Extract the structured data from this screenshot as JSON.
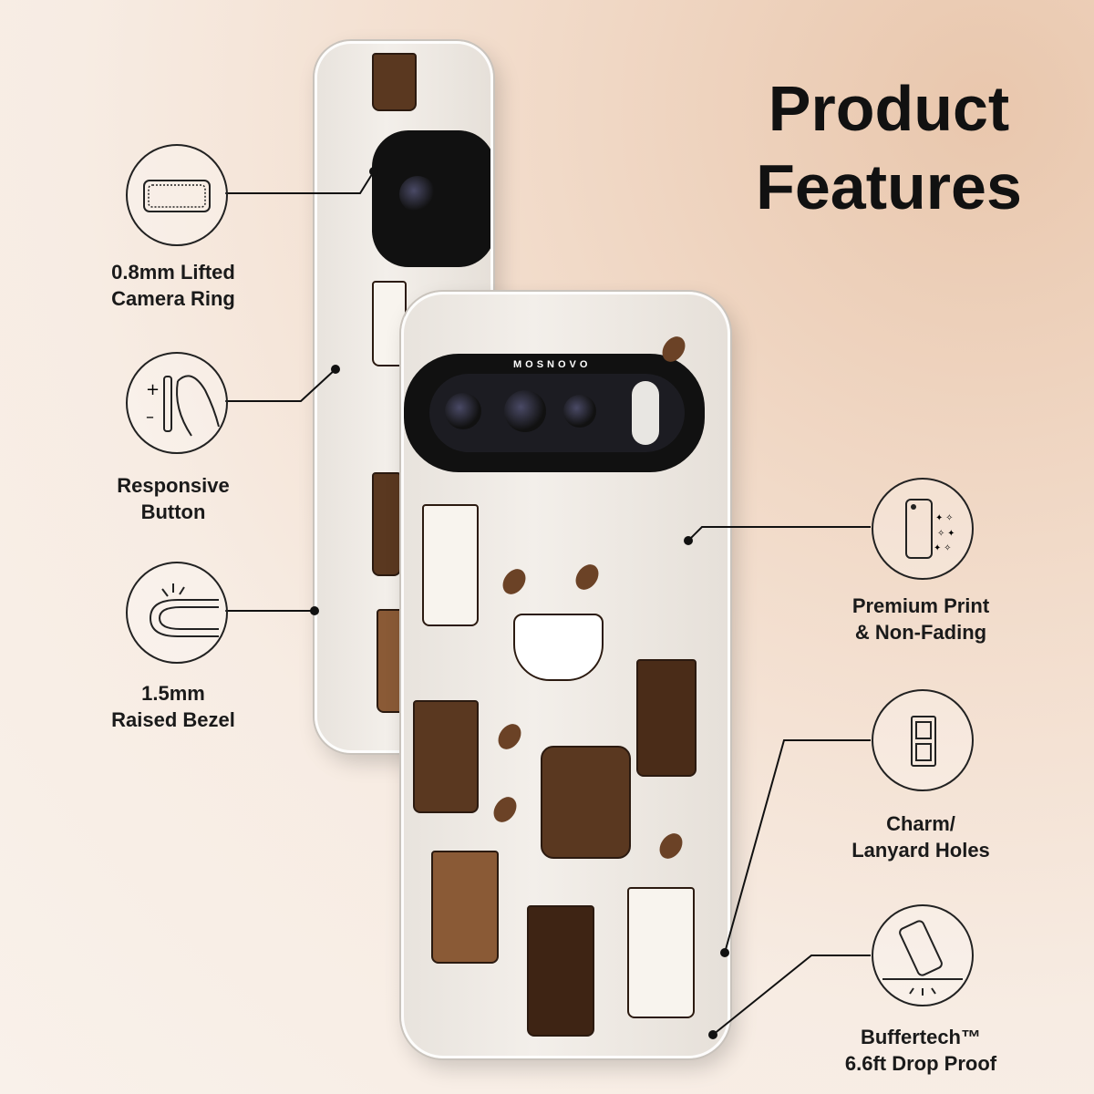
{
  "title": {
    "line1": "Product",
    "line2": "Features"
  },
  "brand": "MOSNOVO",
  "features": [
    {
      "line1": "0.8mm Lifted",
      "line2": "Camera Ring",
      "icon": "camera-ring-icon"
    },
    {
      "line1": "Responsive",
      "line2": "Button",
      "icon": "button-press-icon"
    },
    {
      "line1": "1.5mm",
      "line2": "Raised Bezel",
      "icon": "raised-bezel-icon"
    },
    {
      "line1": "Premium Print",
      "line2": "& Non-Fading",
      "icon": "print-sparkle-icon"
    },
    {
      "line1": "Charm/",
      "line2": "Lanyard Holes",
      "icon": "lanyard-hole-icon"
    },
    {
      "line1": "Buffertech™",
      "line2": "6.6ft Drop Proof",
      "icon": "drop-proof-icon"
    }
  ],
  "colors": {
    "coffee": "#6b4226",
    "dark": "#111111"
  }
}
